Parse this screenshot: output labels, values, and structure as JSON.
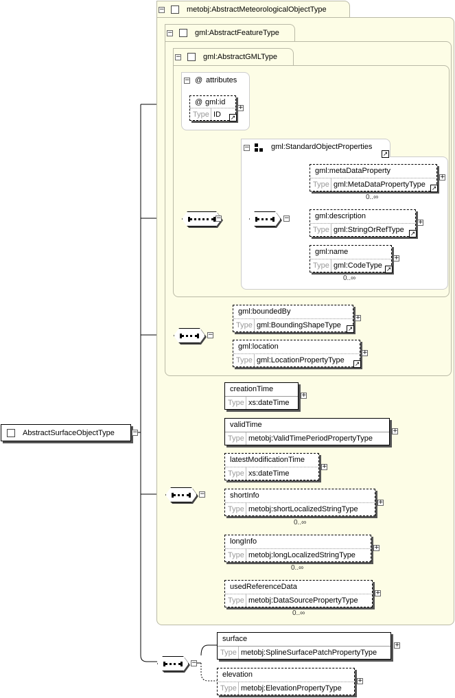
{
  "root": {
    "label": "AbstractSurfaceObjectType"
  },
  "panels": {
    "meteo": {
      "title": "metobj:AbstractMeteorologicalObjectType"
    },
    "feature": {
      "title": "gml:AbstractFeatureType"
    },
    "gml": {
      "title": "gml:AbstractGMLType"
    },
    "attributes": {
      "title": "attributes",
      "icon": "@"
    },
    "standard": {
      "title": "gml:StandardObjectProperties"
    }
  },
  "type_label": "Type",
  "attribute_id": {
    "name": "gml:id",
    "type": "ID",
    "icon": "@"
  },
  "elements": {
    "metaDataProperty": {
      "name": "gml:metaDataProperty",
      "type": "gml:MetaDataPropertyType",
      "occ": "0..∞"
    },
    "description": {
      "name": "gml:description",
      "type": "gml:StringOrRefType"
    },
    "name": {
      "name": "gml:name",
      "type": "gml:CodeType",
      "occ": "0..∞"
    },
    "boundedBy": {
      "name": "gml:boundedBy",
      "type": "gml:BoundingShapeType"
    },
    "location": {
      "name": "gml:location",
      "type": "gml:LocationPropertyType"
    },
    "creationTime": {
      "name": "creationTime",
      "type": "xs:dateTime"
    },
    "validTime": {
      "name": "validTime",
      "type": "metobj:ValidTimePeriodPropertyType"
    },
    "latestModificationTime": {
      "name": "latestModificationTime",
      "type": "xs:dateTime"
    },
    "shortInfo": {
      "name": "shortInfo",
      "type": "metobj:shortLocalizedStringType",
      "occ": "0..∞"
    },
    "longInfo": {
      "name": "longInfo",
      "type": "metobj:longLocalizedStringType",
      "occ": "0..∞"
    },
    "usedReferenceData": {
      "name": "usedReferenceData",
      "type": "metobj:DataSourcePropertyType",
      "occ": "0..∞"
    },
    "surface": {
      "name": "surface",
      "type": "metobj:SplineSurfacePatchPropertyType"
    },
    "elevation": {
      "name": "elevation",
      "type": "metobj:ElevationPropertyType"
    }
  },
  "glyphs": {
    "expand": "+",
    "collapse": "−",
    "link": "↗"
  }
}
